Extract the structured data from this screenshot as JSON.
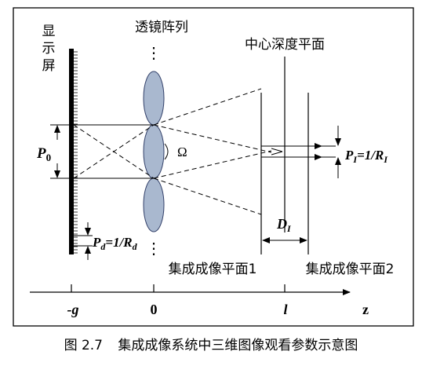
{
  "labels": {
    "display_label": [
      "显",
      "示",
      "屏"
    ],
    "lens_array_label": "透镜阵列",
    "central_depth_plane_label": "中心深度平面",
    "image_plane_1_label": "集成成像平面1",
    "image_plane_2_label": "集成成像平面2",
    "pitch_label_main": "P",
    "pitch_label_sub": "0",
    "omega_label": "Ω",
    "pixel_label": "P",
    "pixel_label_sub": "d",
    "pixel_label_rest": "=1/R",
    "pixel_label_rest_sub": "d",
    "image_pixel_label": "P",
    "image_pixel_label_sub": "I",
    "image_pixel_label_rest": "=1/R",
    "image_pixel_label_rest_sub": "I",
    "depth_label_main": "D",
    "depth_label_sub": "I",
    "dots_top": "⋮",
    "dots_bottom": "⋮"
  },
  "axis": {
    "tick_minus_g": "-g",
    "tick_zero": "0",
    "tick_l": "l",
    "axis_name": "z"
  },
  "caption": {
    "figure_number": "图 2.7",
    "text": "集成成像系统中三维图像观看参数示意图"
  }
}
